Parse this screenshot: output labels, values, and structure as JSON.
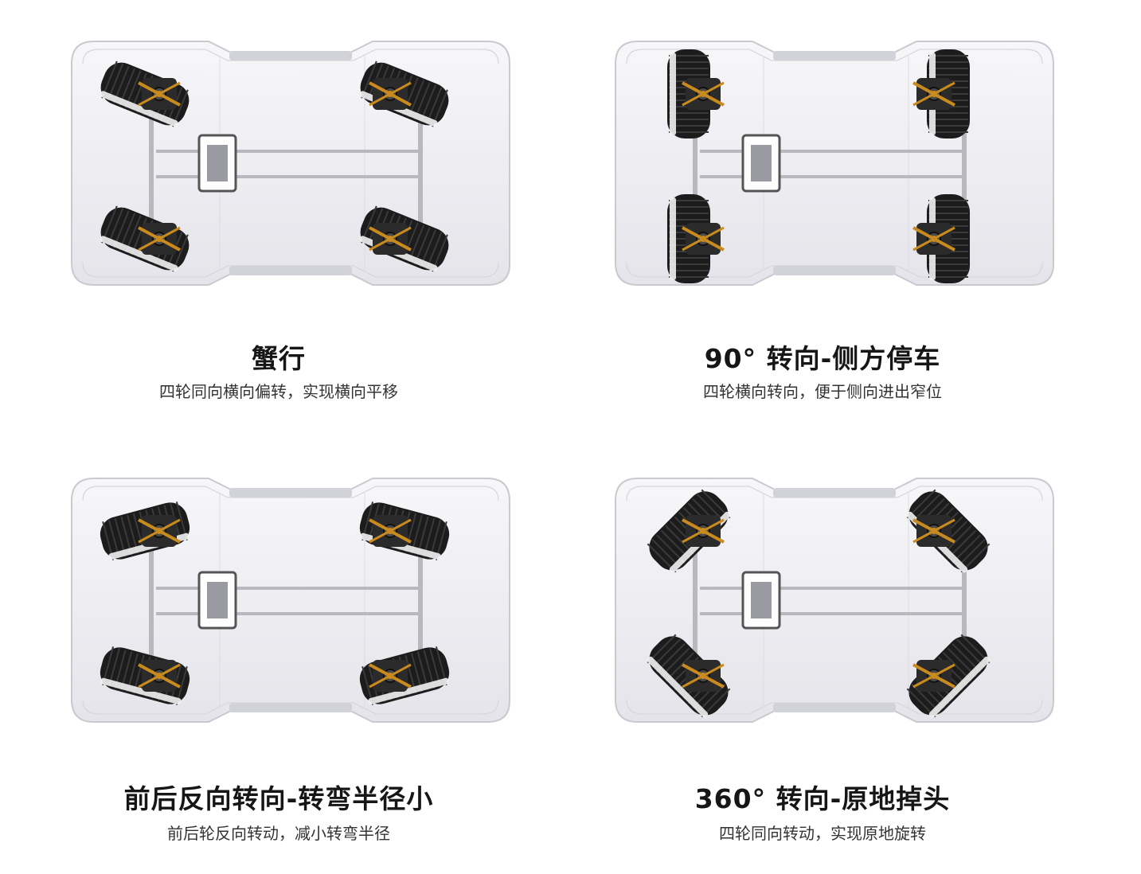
{
  "panels": [
    {
      "title": "蟹行",
      "subtitle": "四轮同向横向偏转，实现横向平移",
      "wheel_angles": [
        22,
        22,
        22,
        22
      ]
    },
    {
      "title": "90° 转向-侧方停车",
      "subtitle": "四轮横向转向，便于侧向进出窄位",
      "wheel_angles": [
        90,
        90,
        90,
        90
      ]
    },
    {
      "title": "前后反向转向-转弯半径小",
      "subtitle": "前后轮反向转动，减小转弯半径",
      "wheel_angles": [
        -15,
        15,
        15,
        -15
      ]
    },
    {
      "title": "360° 转向-原地掉头",
      "subtitle": "四轮同向转动，实现原地旋转",
      "wheel_angles": [
        -45,
        45,
        45,
        -45
      ]
    }
  ],
  "colors": {
    "body": "#ededf1",
    "body_edge": "#c9c9d0",
    "tire": "#1c1c1c",
    "tread": "#3a3a3a",
    "hub": "#f2f2f2",
    "motor": "#2b2b2b",
    "link": "#c98a1e",
    "shaft": "#b8b8bf"
  }
}
